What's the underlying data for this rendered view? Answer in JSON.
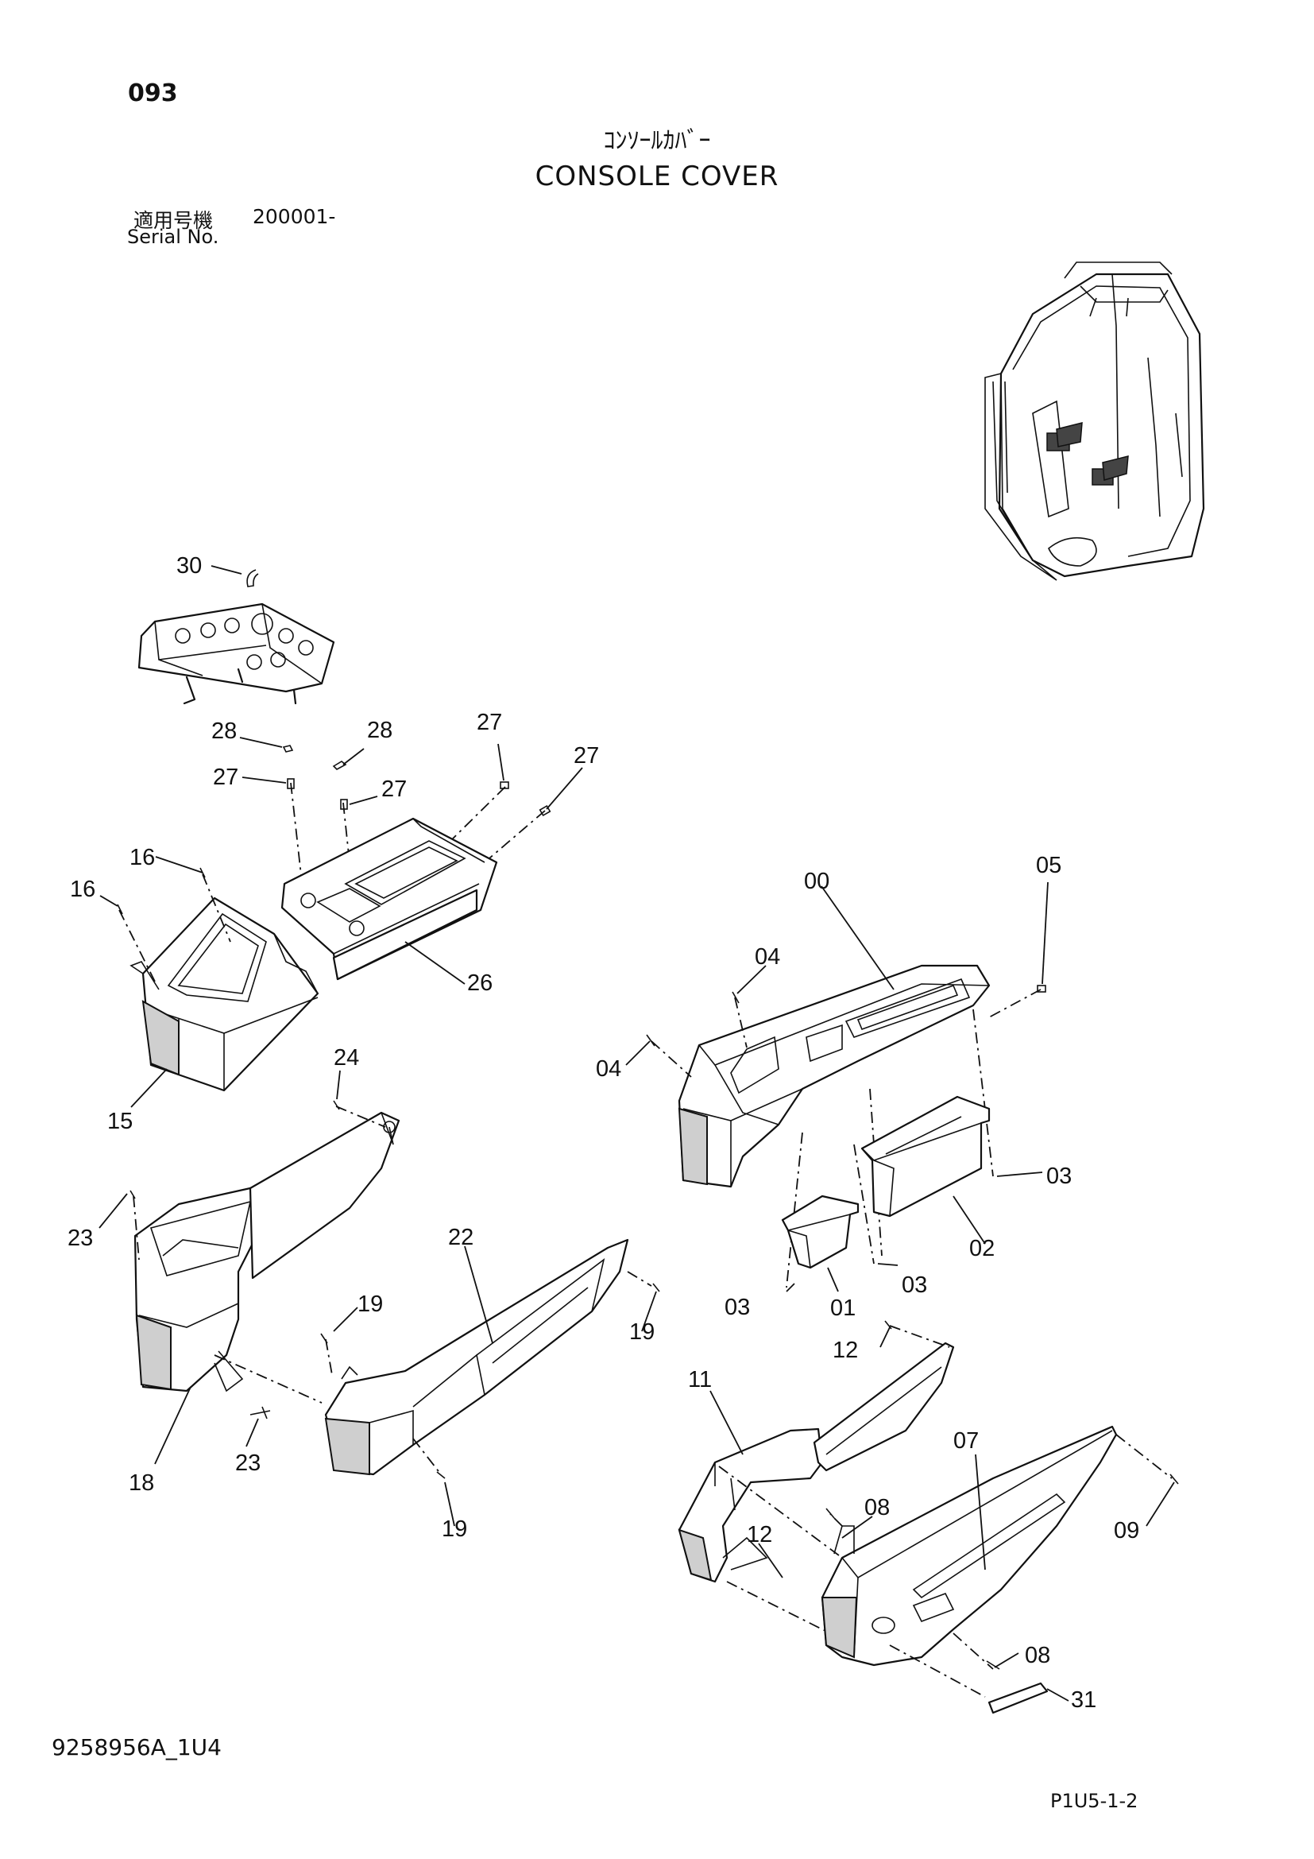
{
  "header": {
    "page_number": "093",
    "title_jp": "ｺﾝｿｰﾙｶﾊﾞｰ",
    "title_en": "CONSOLE COVER",
    "serial_label_jp": "適用号機",
    "serial_range": "200001-",
    "serial_label_en": "Serial No."
  },
  "footer": {
    "doc_code": "9258956A_1U4",
    "page_ref": "P1U5-1-2"
  },
  "callouts": {
    "c30": "30",
    "c28a": "28",
    "c28b": "28",
    "c27a": "27",
    "c27b": "27",
    "c27c": "27",
    "c27d": "27",
    "c16a": "16",
    "c16b": "16",
    "c26": "26",
    "c15": "15",
    "c24": "24",
    "c23a": "23",
    "c23b": "23",
    "c22": "22",
    "c19a": "19",
    "c19b": "19",
    "c19c": "19",
    "c18": "18",
    "c00": "00",
    "c05": "05",
    "c04a": "04",
    "c04b": "04",
    "c03a": "03",
    "c03b": "03",
    "c03c": "03",
    "c02": "02",
    "c01": "01",
    "c12a": "12",
    "c12b": "12",
    "c11": "11",
    "c07": "07",
    "c08a": "08",
    "c08b": "08",
    "c09": "09",
    "c31": "31"
  }
}
